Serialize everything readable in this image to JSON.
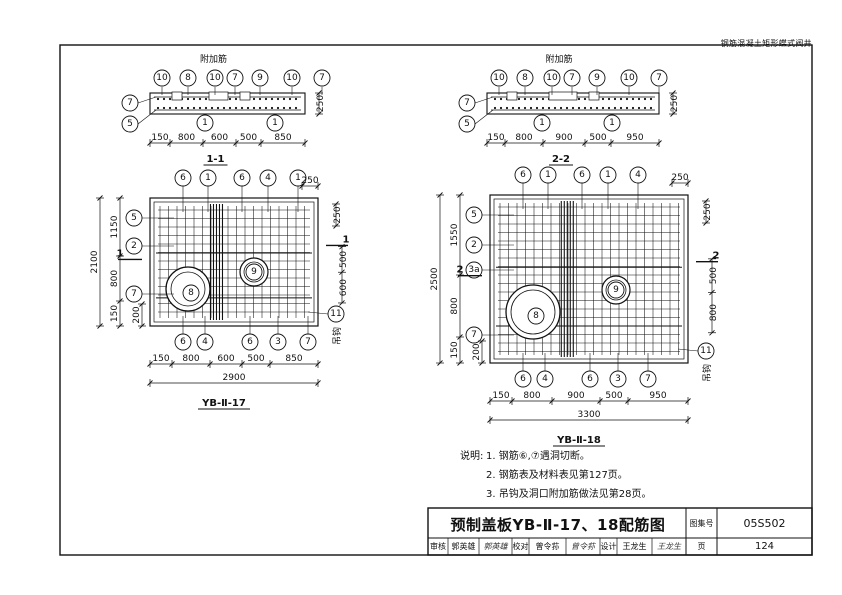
{
  "header_title": "钢筋混凝土矩形蝶式阀井",
  "sections": {
    "s11": {
      "label": "附加筋",
      "section_name": "1-1",
      "dims_bottom": [
        "150",
        "800",
        "600",
        "500",
        "850"
      ],
      "dim_right": "250",
      "bubbles_top": [
        "10",
        "8",
        "10",
        "7",
        "9",
        "10",
        "7"
      ],
      "bubble_left_top": "7",
      "bubble_left_bottom": "5",
      "bubbles_mid": [
        "1",
        "1"
      ]
    },
    "s22": {
      "label": "附加筋",
      "section_name": "2-2",
      "dims_bottom": [
        "150",
        "800",
        "900",
        "500",
        "950"
      ],
      "dim_right": "250",
      "bubbles_top": [
        "10",
        "8",
        "10",
        "7",
        "9",
        "10",
        "7"
      ],
      "bubble_left_top": "7",
      "bubble_left_bottom": "5",
      "bubbles_mid": [
        "1",
        "1"
      ]
    }
  },
  "plans": {
    "yb17": {
      "name": "YB-Ⅱ-17",
      "dims_left": [
        "2100",
        "1150",
        "800",
        "150"
      ],
      "dim_left_inner": "200",
      "dims_right": [
        "250",
        "500",
        "600"
      ],
      "dim_top_right": "250",
      "dims_bottom": [
        "150",
        "800",
        "600",
        "500",
        "850"
      ],
      "total_width": "2900",
      "bubbles_top": [
        "6",
        "1",
        "6",
        "4",
        "1"
      ],
      "bubbles_left": [
        "5",
        "2",
        "7"
      ],
      "bubbles_bottom": [
        "6",
        "4",
        "6",
        "3",
        "7"
      ],
      "bubble_hook": "11",
      "hook_label": "吊钩",
      "hole_large": "8",
      "hole_small": "9",
      "section_mark": "1"
    },
    "yb18": {
      "name": "YB-Ⅱ-18",
      "dims_left": [
        "2500",
        "1550",
        "800",
        "150"
      ],
      "dim_left_inner": "200",
      "dims_right": [
        "250",
        "500",
        "800"
      ],
      "dim_top_right": "250",
      "dims_bottom": [
        "150",
        "800",
        "900",
        "500",
        "950"
      ],
      "total_width": "3300",
      "bubbles_top": [
        "6",
        "1",
        "6",
        "1",
        "4"
      ],
      "bubbles_left": [
        "5",
        "2",
        "3a",
        "7"
      ],
      "bubbles_bottom": [
        "6",
        "4",
        "6",
        "3",
        "7"
      ],
      "bubble_hook": "11",
      "hook_label": "吊钩",
      "hole_large": "8",
      "hole_small": "9",
      "section_mark": "2"
    }
  },
  "notes": {
    "prefix": "说明:",
    "items": [
      "1. 钢筋⑥,⑦遇洞切断。",
      "2. 钢筋表及材料表见第127页。",
      "3. 吊钩及洞口附加筋做法见第28页。"
    ]
  },
  "title_block": {
    "title": "预制盖板YB-Ⅱ-17、18配筋图",
    "atlas_label": "图集号",
    "atlas_no": "05S502",
    "review_label": "审核",
    "review_name": "郭英雄",
    "review_sign": "郭英雄",
    "check_label": "校对",
    "check_name": "曾令荪",
    "check_sign": "曾令荪",
    "design_label": "设计",
    "design_name": "王龙生",
    "design_sign": "王龙生",
    "page_label": "页",
    "page_no": "124"
  }
}
